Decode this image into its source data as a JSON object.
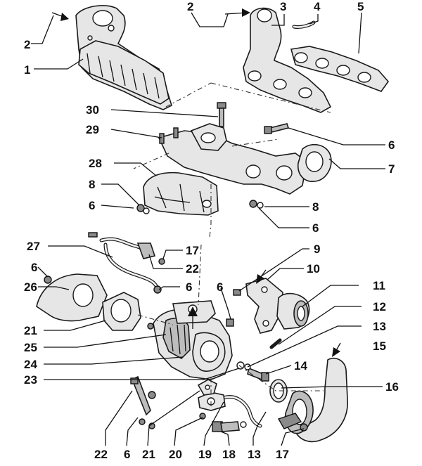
{
  "labels": {
    "n1": "1",
    "n2a": "2",
    "n2b": "2",
    "n3": "3",
    "n4": "4",
    "n5": "5",
    "n6a": "6",
    "n6b": "6",
    "n6c": "6",
    "n6d": "6",
    "n6e": "6",
    "n6f": "6",
    "n6g": "6",
    "n7": "7",
    "n8a": "8",
    "n8b": "8",
    "n9": "9",
    "n10": "10",
    "n11": "11",
    "n12": "12",
    "n13a": "13",
    "n13b": "13",
    "n14": "14",
    "n15": "15",
    "n16": "16",
    "n17a": "17",
    "n17b": "17",
    "n18": "18",
    "n19": "19",
    "n20": "20",
    "n21a": "21",
    "n21b": "21",
    "n22a": "22",
    "n22b": "22",
    "n23": "23",
    "n24": "24",
    "n25": "25",
    "n26": "26",
    "n27": "27",
    "n28": "28",
    "n29": "29",
    "n30": "30"
  }
}
